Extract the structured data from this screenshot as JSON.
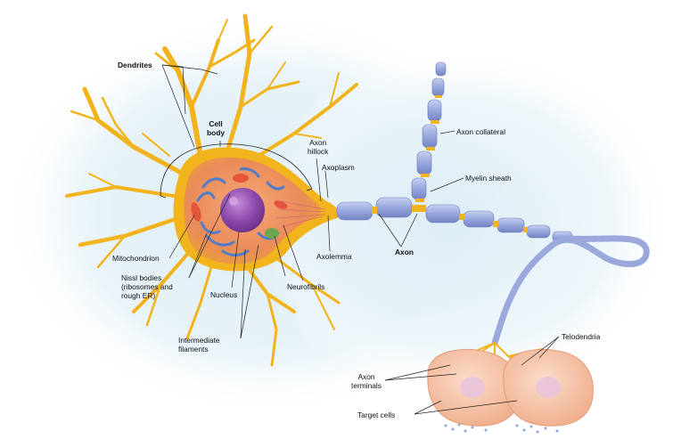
{
  "labels": {
    "dendrites": "Dendrites",
    "cell_body": "Cell\nbody",
    "axon_hillock": "Axon\nhillock",
    "axoplasm": "Axoplasm",
    "axon_collateral": "Axon collateral",
    "myelin_sheath": "Myelin sheath",
    "mitochondrion": "Mitochondrion",
    "axolemma": "Axolemma",
    "axon": "Axon",
    "nissl_bodies": "Nissl bodies\n(ribosomes and\nrough ER)",
    "nucleus": "Nucleus",
    "neurofibrils": "Neurofibrils",
    "intermediate_filaments": "Intermediate\nfilaments",
    "telodendria": "Telodendria",
    "axon_terminals": "Axon\nterminals",
    "target_cells": "Target cells"
  },
  "colors": {
    "neuron_body": "#f2b41d",
    "cytoplasm": "#eb8e5e",
    "nucleus": "#8a47a9",
    "myelin": "#9aa8dc",
    "target_cell": "#f4c3a8",
    "background_glow": "#dfeef6"
  }
}
